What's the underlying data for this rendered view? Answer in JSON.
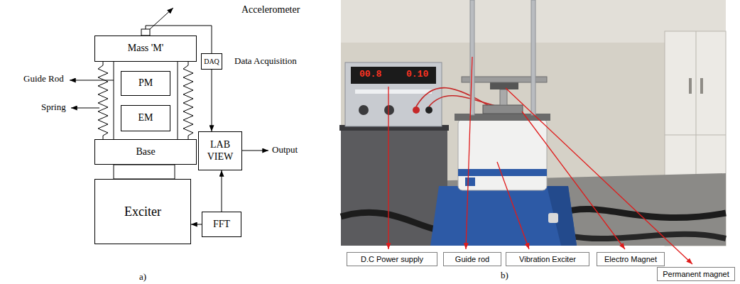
{
  "diagram": {
    "nodes": [
      {
        "text": [
          "Mass 'M'"
        ]
      },
      {
        "text": [
          "PM"
        ]
      },
      {
        "text": [
          "EM"
        ]
      },
      {
        "text": [
          "Base"
        ]
      },
      {
        "text": [
          "Exciter"
        ]
      },
      {
        "text": [
          "DAQ"
        ]
      },
      {
        "text": [
          "LAB VIEW"
        ]
      },
      {
        "text": [
          "FFT"
        ]
      },
      {
        "text": [
          "D.C Power supply"
        ]
      },
      {
        "text": [
          "Guide rod"
        ]
      },
      {
        "text": [
          "Vibration Exciter"
        ]
      },
      {
        "text": [
          "Electro Magnet"
        ]
      },
      {
        "text": [
          "Permanent magnet"
        ]
      }
    ],
    "edges": [
      {
        "from": 5,
        "to": 6,
        "arrow": "to"
      },
      {
        "from": 7,
        "to": 6,
        "arrow": "to"
      },
      {
        "from": 7,
        "to": 4,
        "arrow": "to"
      }
    ],
    "labels": [
      "Accelerometer",
      "Data Acquisition",
      "Guide Rod",
      "Spring",
      "Output",
      "00.8",
      "0.10",
      "a)",
      "b)"
    ]
  }
}
